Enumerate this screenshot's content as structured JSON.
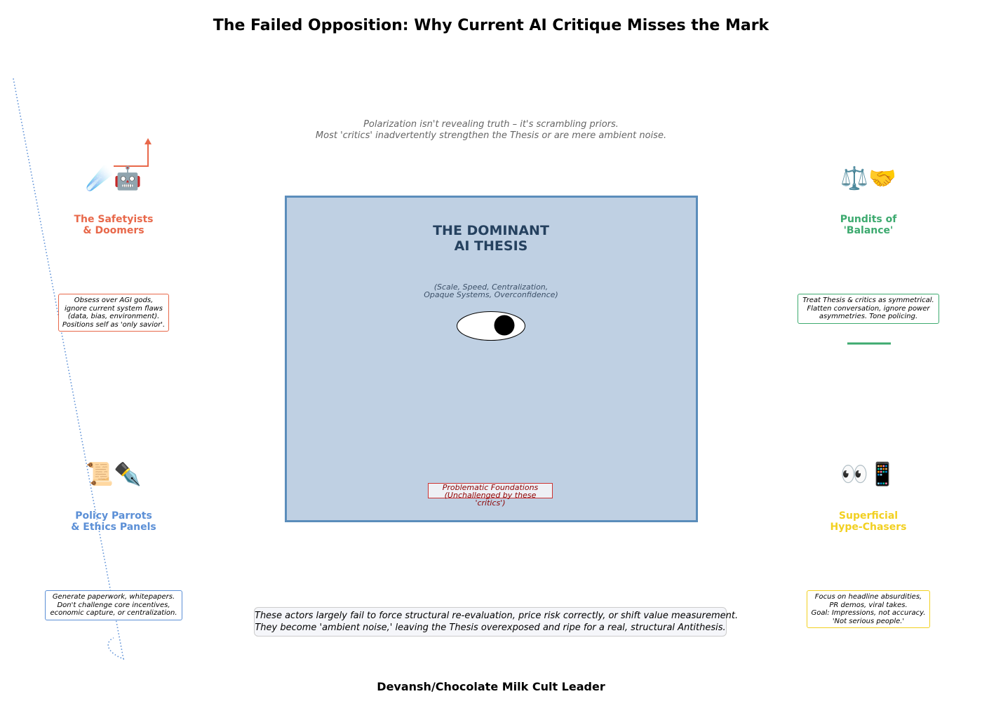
{
  "title": "The Failed Opposition: Why Current AI Critique Misses the Mark",
  "subtitle": {
    "line1": "Polarization isn't revealing truth – it's scrambling priors.",
    "line2": "Most 'critics' inadvertently strengthen the Thesis or are mere ambient noise."
  },
  "thesis": {
    "title_line1": "THE DOMINANT",
    "title_line2": "AI THESIS",
    "sub_line1": "(Scale, Speed, Centralization,",
    "sub_line2": "Opaque Systems, Overconfidence)",
    "foundations_line1": "Problematic Foundations",
    "foundations_line2": "(Unchallenged by these 'critics')"
  },
  "actors": {
    "safetyists": {
      "icon": "☄️🤖",
      "icon_name": "comet-robot-icon",
      "name_line1": "The Safetyists",
      "name_line2": "& Doomers",
      "color": "#e8684a",
      "desc": [
        "Obsess over AGI gods,",
        "ignore current system flaws",
        "(data, bias, environment).",
        "Positions self as 'only savior'."
      ]
    },
    "pundits": {
      "icon": "⚖️🤝",
      "icon_name": "scales-handshake-icon",
      "name_line1": "Pundits of",
      "name_line2": "'Balance'",
      "color": "#3daa6f",
      "desc": [
        "Treat Thesis & critics as symmetrical.",
        "Flatten conversation, ignore power",
        "asymmetries. Tone policing."
      ]
    },
    "policy": {
      "icon": "📜✒️",
      "icon_name": "scroll-pen-icon",
      "name_line1": "Policy Parrots",
      "name_line2": "& Ethics Panels",
      "color": "#5b8fd6",
      "desc": [
        "Generate paperwork, whitepapers.",
        "Don't challenge core incentives,",
        "economic capture, or centralization."
      ]
    },
    "hype": {
      "icon": "👀📱",
      "icon_name": "eyes-phone-icon",
      "name_line1": "Superficial",
      "name_line2": "Hype-Chasers",
      "color": "#f2d020",
      "desc": [
        "Focus on headline absurdities,",
        "PR demos, viral takes.",
        "Goal: Impressions, not accuracy.",
        "'Not serious people.'"
      ]
    }
  },
  "conclusion": {
    "line1": "These actors largely fail to force structural re-evaluation, price risk correctly, or shift value measurement.",
    "line2": "They become 'ambient noise,' leaving the Thesis overexposed and ripe for a real, structural Antithesis."
  },
  "credit": "Devansh/Chocolate Milk Cult Leader"
}
